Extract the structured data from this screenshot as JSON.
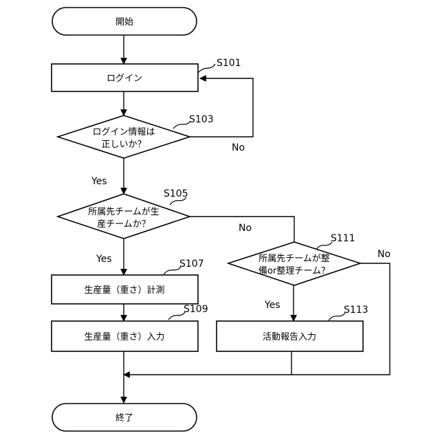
{
  "diagram": {
    "nodes": {
      "start": "開始",
      "login": "ログイン",
      "check_login": [
        "ログイン情報は",
        "正しいか？"
      ],
      "check_production": [
        "所属先チームが生",
        "産チームか？"
      ],
      "check_maintenance": [
        "所属先チームが整",
        "備or整理チーム？"
      ],
      "measure": "生産量（重さ）計測",
      "input_production": "生産量（重さ）入力",
      "input_activity": "活動報告入力",
      "end": "終了"
    },
    "steps": {
      "s101": "S101",
      "s103": "S103",
      "s105": "S105",
      "s107": "S107",
      "s109": "S109",
      "s111": "S111",
      "s113": "S113"
    },
    "edges": {
      "login_no": "No",
      "login_yes": "Yes",
      "production_no": "No",
      "production_yes": "Yes",
      "maintenance_yes": "Yes",
      "maintenance_no": "No"
    }
  }
}
